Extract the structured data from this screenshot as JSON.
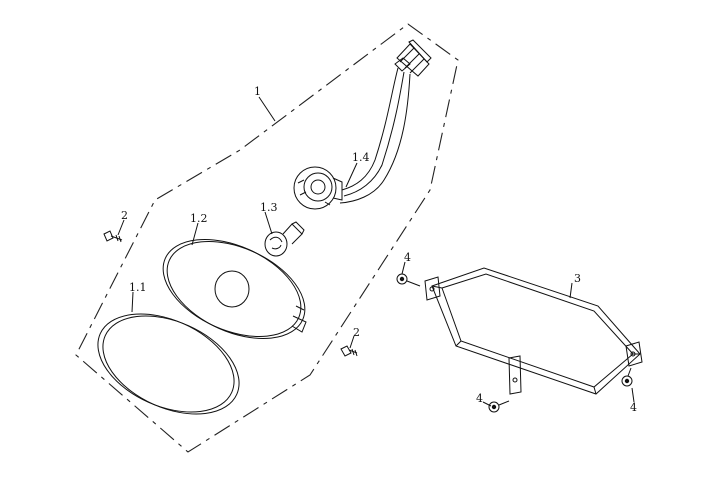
{
  "diagram": {
    "labels": {
      "l1": "1",
      "l11": "1.1",
      "l12": "1.2",
      "l13": "1.3",
      "l14": "1.4",
      "l2a": "2",
      "l2b": "2",
      "l3": "3",
      "l4a": "4",
      "l4b": "4",
      "l4c": "4"
    }
  }
}
